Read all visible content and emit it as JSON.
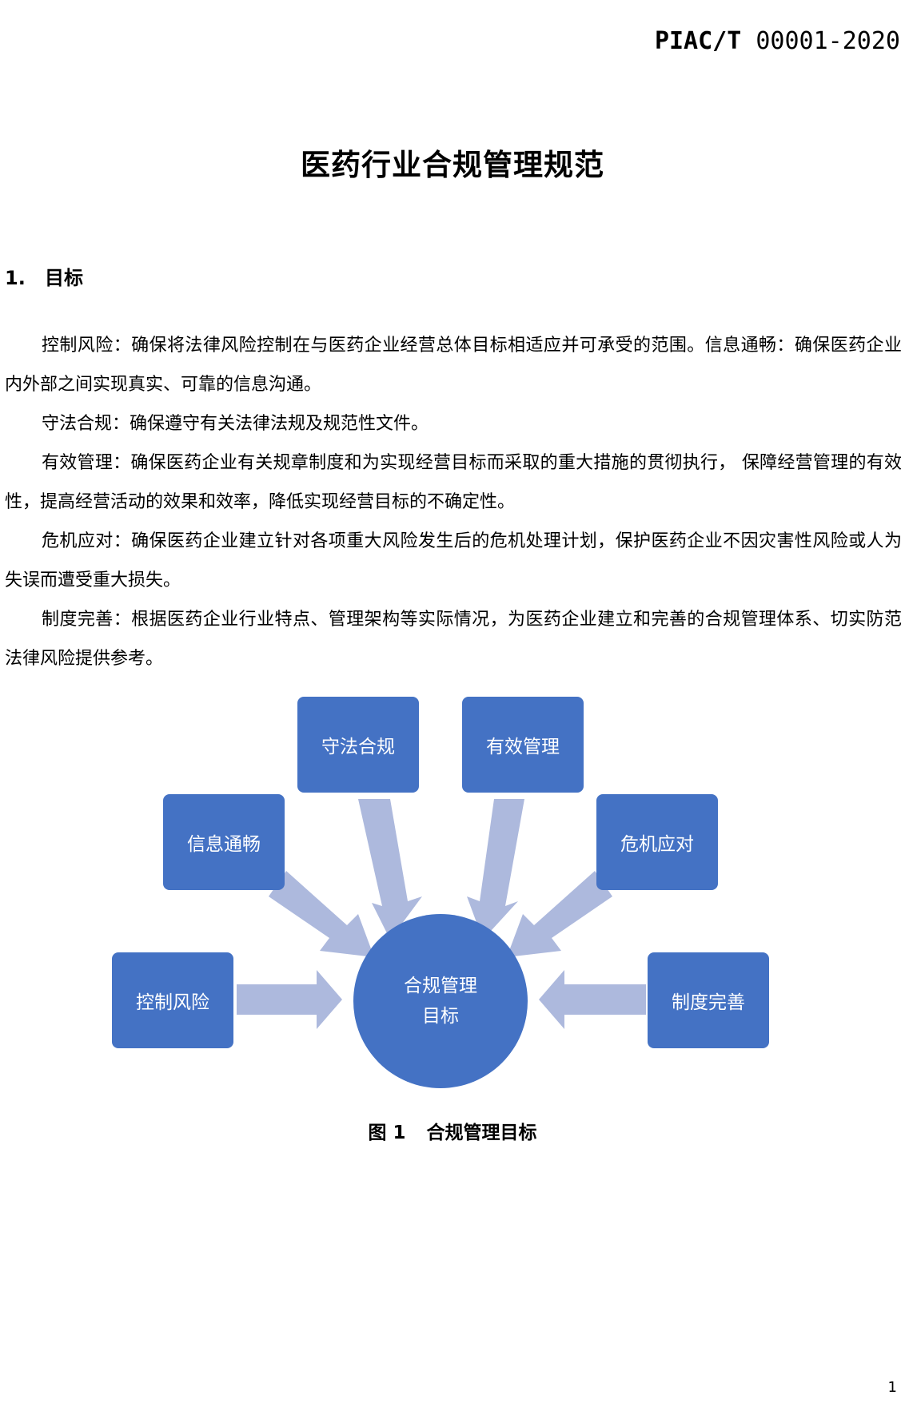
{
  "header": {
    "code_prefix": "PIAC/T",
    "code_number": "00001-2020"
  },
  "title": "医药行业合规管理规范",
  "section": {
    "number": "1.",
    "title": "目标"
  },
  "paragraphs": [
    "控制风险：确保将法律风险控制在与医药企业经营总体目标相适应并可承受的范围。信息通畅：确保医药企业内外部之间实现真实、可靠的信息沟通。",
    "守法合规：确保遵守有关法律法规及规范性文件。",
    "有效管理：确保医药企业有关规章制度和为实现经营目标而采取的重大措施的贯彻执行， 保障经营管理的有效性，提高经营活动的效果和效率，降低实现经营目标的不确定性。",
    "危机应对：确保医药企业建立针对各项重大风险发生后的危机处理计划，保护医药企业不因灾害性风险或人为失误而遭受重大损失。",
    "制度完善：根据医药企业行业特点、管理架构等实际情况，为医药企业建立和完善的合规管理体系、切实防范法律风险提供参考。"
  ],
  "diagram": {
    "center": {
      "line1": "合规管理",
      "line2": "目标"
    },
    "nodes": {
      "compliance": "守法合规",
      "effective": "有效管理",
      "information": "信息通畅",
      "crisis": "危机应对",
      "risk": "控制风险",
      "system": "制度完善"
    },
    "colors": {
      "box": "#4472c4",
      "arrow": "#adb9dd"
    }
  },
  "caption": {
    "figure": "图 1",
    "text": "合规管理目标"
  },
  "page_number": "1"
}
